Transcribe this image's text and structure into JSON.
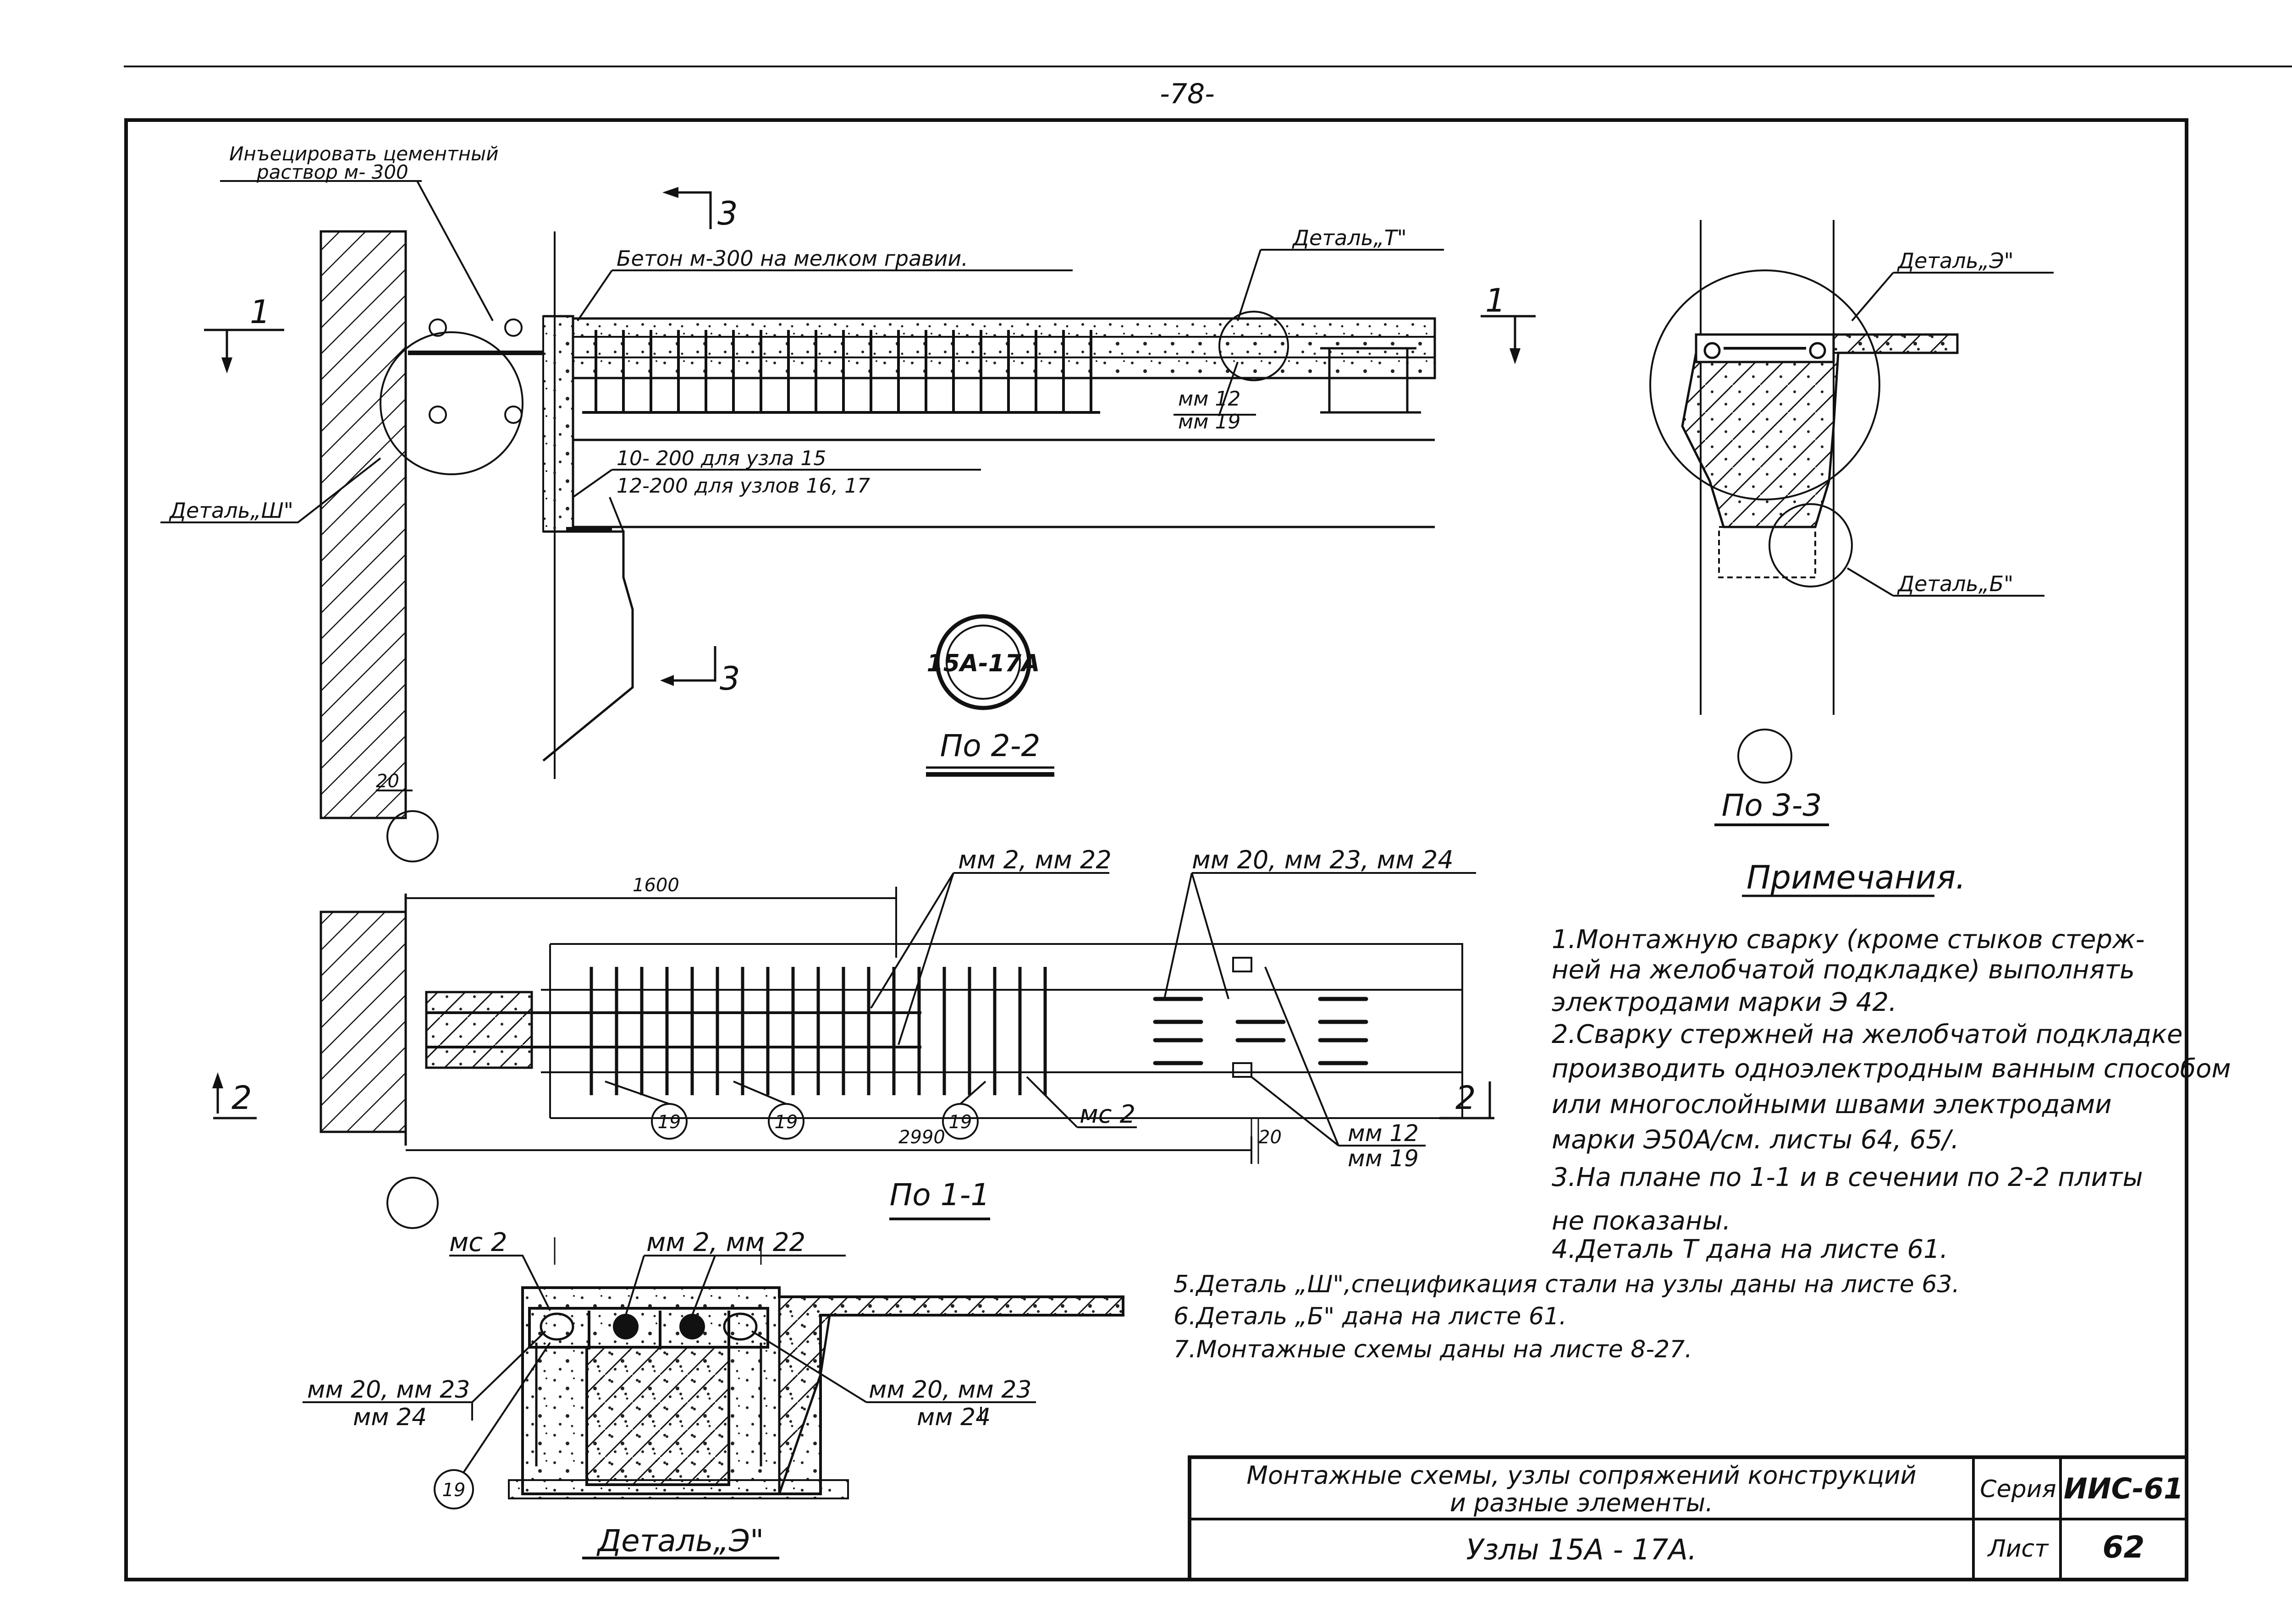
{
  "page_number": "-78-",
  "section_2_2": {
    "label": "По 2-2",
    "callout_inject_1": "Инъецировать цементный",
    "callout_inject_2": "раствор м- 300",
    "callout_concrete": "Бетон м-300 на мелком гравии.",
    "callout_detail_T": "Деталь„Т\"",
    "callout_detail_Sh": "Деталь„Ш\"",
    "rebar_mm12": "мм 12",
    "rebar_mm19": "мм 19",
    "spacing_1": "10- 200 для узла 15",
    "spacing_2": "12-200 для узлов 16, 17",
    "cut_1": "1",
    "cut_3": "3",
    "node_badge": "15А-17А",
    "dim_20": "20"
  },
  "section_3_3": {
    "label": "По 3-3",
    "callout_detail_E": "Деталь„Э\"",
    "callout_detail_B": "Деталь„Б\""
  },
  "section_1_1": {
    "label": "По 1-1",
    "dim_1600": "1600",
    "dim_2990": "2990",
    "dim_20": "20",
    "rebar_mm2_mm22": "мм 2, мм 22",
    "rebar_mm20_23_24": "мм 20, мм 23, мм 24",
    "rebar_mc2": "мс 2",
    "rebar_mm12": "мм 12",
    "rebar_mm19": "мм 19",
    "mark_19": "19",
    "cut_2": "2"
  },
  "detail_E": {
    "label": "Деталь„Э\"",
    "rebar_mc2": "мс 2",
    "rebar_mm2_mm22": "мм 2, мм 22",
    "rebar_left_1": "мм 20, мм 23",
    "rebar_left_2": "мм 24",
    "rebar_right_1": "мм 20, мм 23",
    "rebar_right_2": "мм 24",
    "mark_19": "19"
  },
  "notes": {
    "title": "Примечания.",
    "lines": [
      "1.Монтажную сварку (кроме стыков стерж-",
      "ней на желобчатой подкладке) выполнять",
      "электродами марки Э 42.",
      "2.Сварку стержней на желобчатой подкладке",
      "производить одноэлектродным ванным способом",
      "или многослойными швами электродами",
      "марки Э50А/см. листы 64, 65/.",
      "3.На плане по 1-1 и в сечении по 2-2 плиты",
      "не показаны.",
      "4.Деталь Т дана на листе 61.",
      "5.Деталь „Ш\",спецификация стали на узлы даны на листе 63.",
      "6.Деталь „Б\" дана на листе 61.",
      "7.Монтажные схемы даны на листе 8-27."
    ]
  },
  "title_block": {
    "title_line1": "Монтажные схемы, узлы сопряжений конструкций",
    "title_line2": "и разные элементы.",
    "subtitle": "Узлы 15А - 17А.",
    "series_label": "Серия",
    "series_value": "ИИС-61",
    "sheet_label": "Лист",
    "sheet_value": "62"
  }
}
